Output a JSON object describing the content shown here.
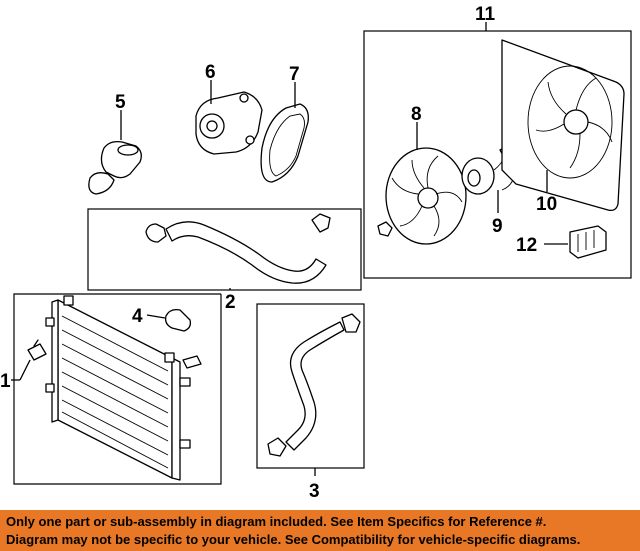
{
  "callouts": {
    "c1": "1",
    "c2": "2",
    "c3": "3",
    "c4": "4",
    "c5": "5",
    "c6": "6",
    "c7": "7",
    "c8": "8",
    "c9": "9",
    "c10": "10",
    "c11": "11",
    "c12": "12"
  },
  "footer": {
    "line1": "Only one part or sub-assembly in diagram included. See Item Specifics for Reference #.",
    "line2": "Diagram may not be specific to your vehicle. See Compatibility for vehicle-specific diagrams.",
    "background_color": "#e87825"
  }
}
